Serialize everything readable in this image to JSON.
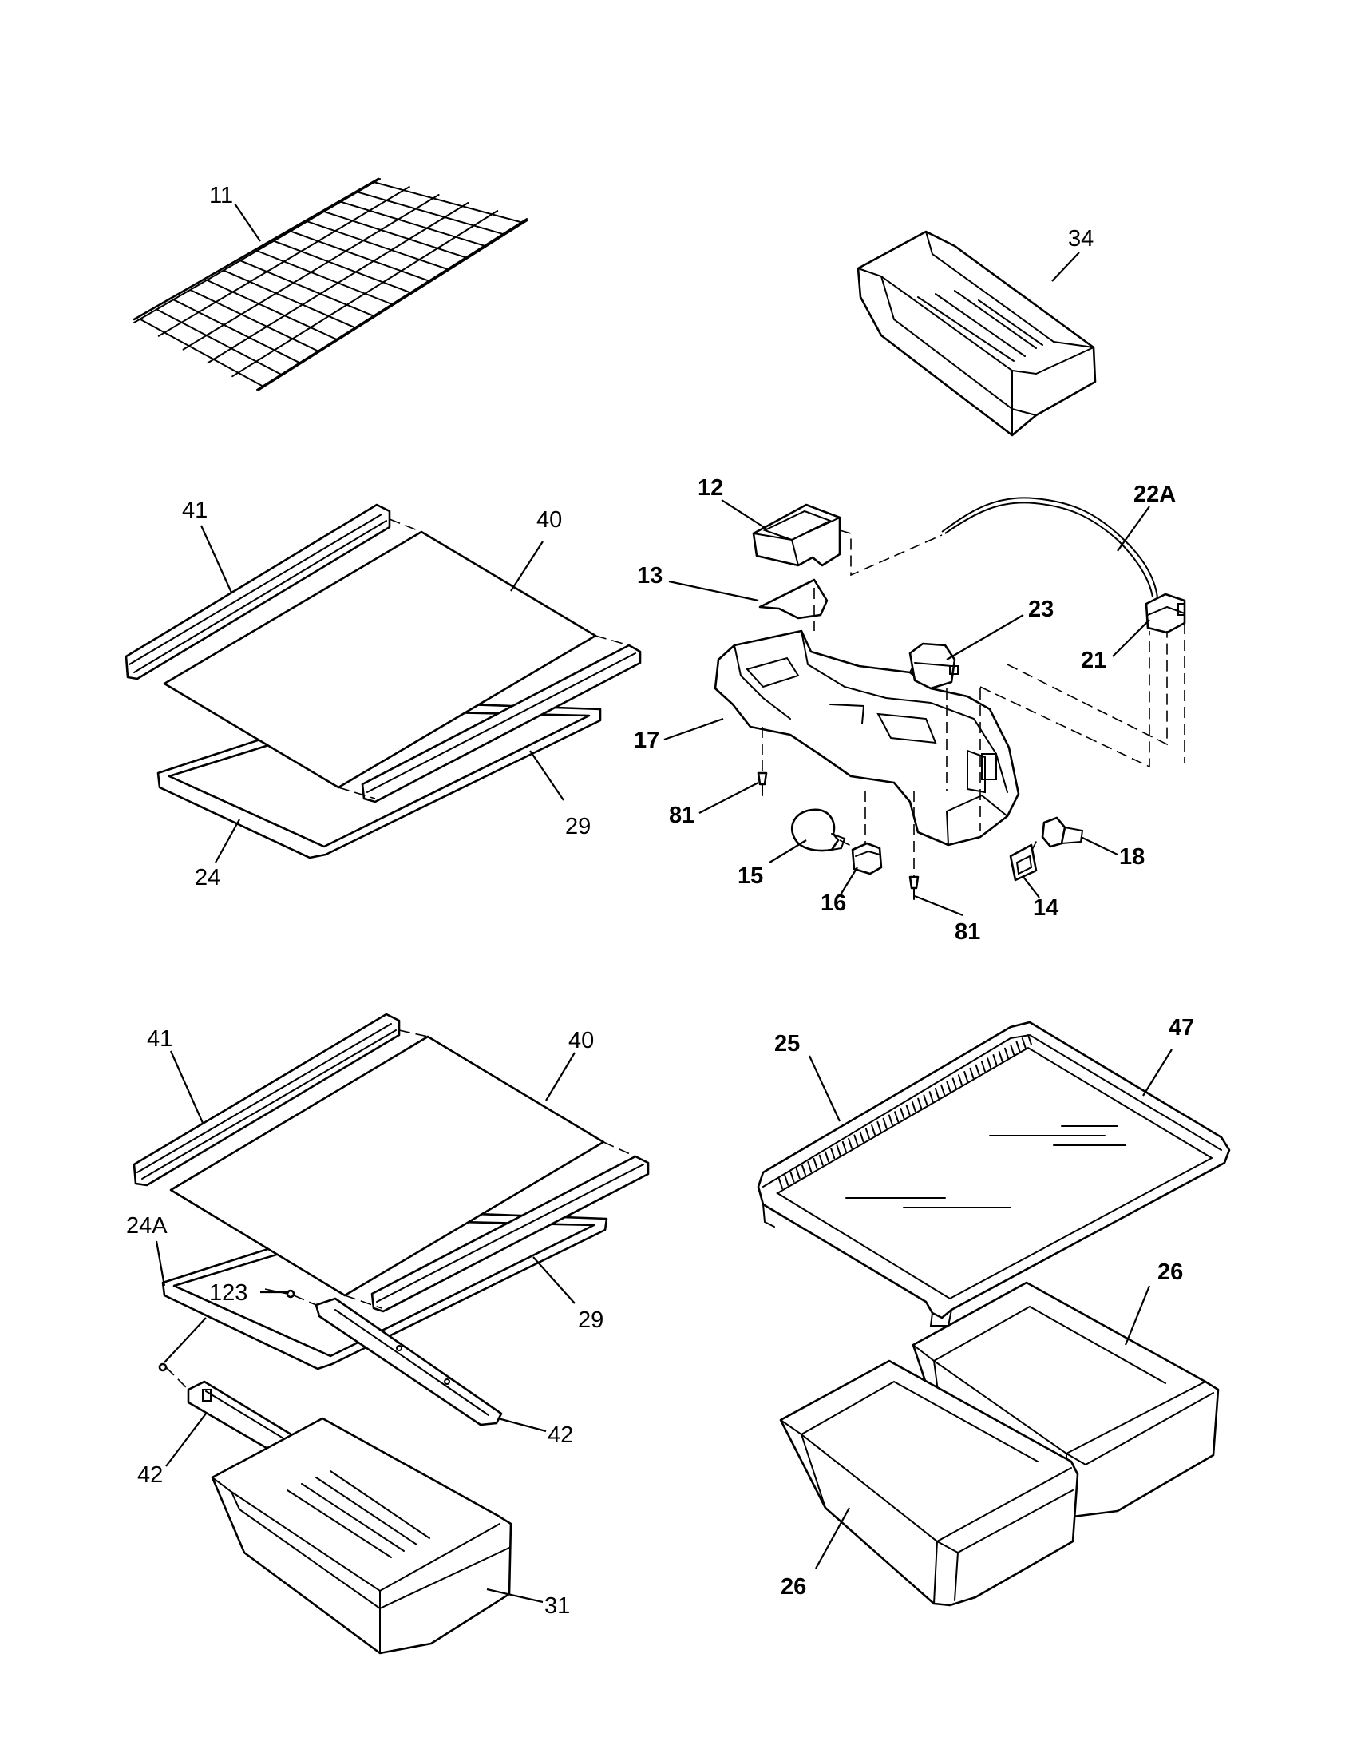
{
  "labels": {
    "l11": "11",
    "l34": "34",
    "l41a": "41",
    "l40a": "40",
    "l29a": "29",
    "l24": "24",
    "l12": "12",
    "l22A": "22A",
    "l13": "13",
    "l23": "23",
    "l21": "21",
    "l17": "17",
    "l81a": "81",
    "l18": "18",
    "l15": "15",
    "l16": "16",
    "l81b": "81",
    "l14": "14",
    "l41b": "41",
    "l40b": "40",
    "l24A": "24A",
    "l123": "123",
    "l29b": "29",
    "l42a": "42",
    "l42b": "42",
    "l31": "31",
    "l25": "25",
    "l47": "47",
    "l26a": "26",
    "l26b": "26"
  },
  "icons": {
    "wire_shelf": "wire-shelf-icon",
    "dairy_bin": "dairy-bin-icon",
    "glass_shelf": "glass-shelf-icon",
    "control_housing": "control-housing-icon",
    "crisper_cover": "crisper-cover-icon",
    "crisper_drawer": "crisper-drawer-icon",
    "meat_drawer": "meat-drawer-icon",
    "light_bulb": "light-bulb-icon",
    "screw": "screw-icon"
  }
}
